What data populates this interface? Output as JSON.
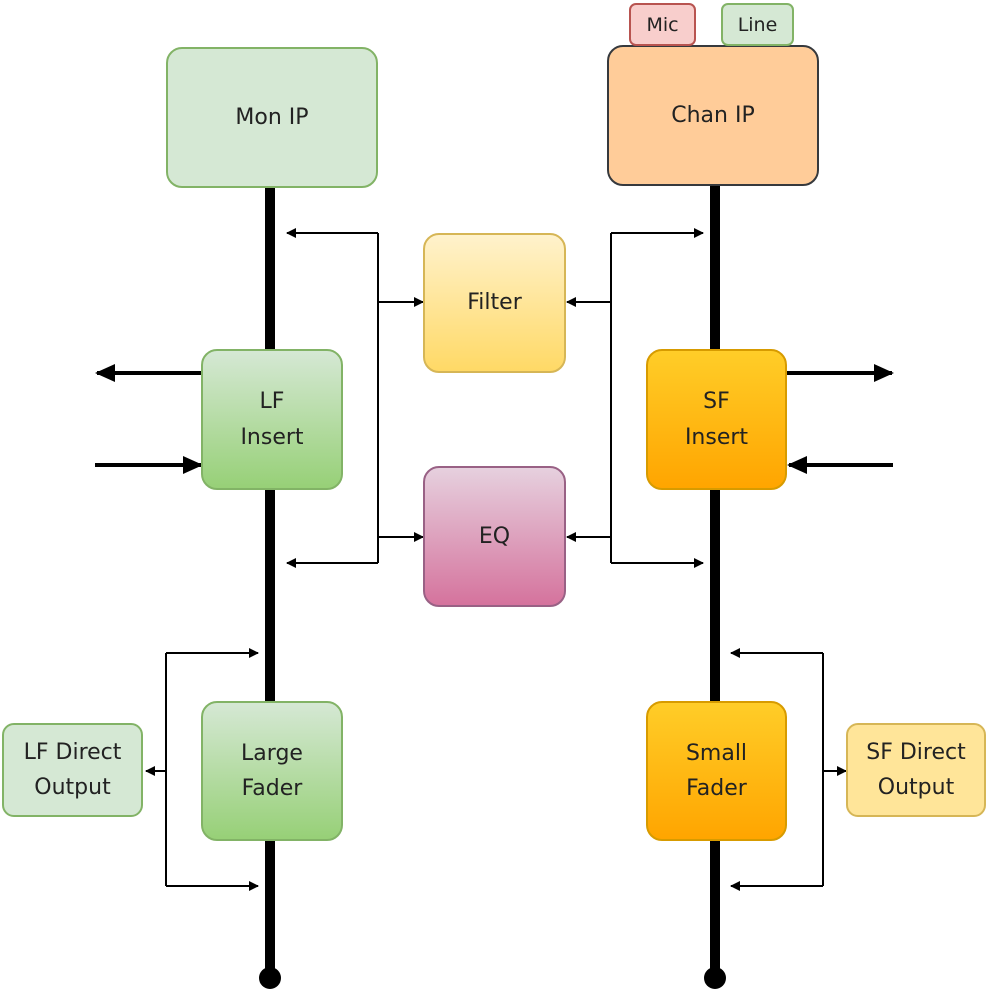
{
  "blocks": {
    "mon_ip": "Mon IP",
    "chan_ip": "Chan IP",
    "mic": "Mic",
    "line": "Line",
    "filter": "Filter",
    "eq": "EQ",
    "lf_insert": "LF\nInsert",
    "sf_insert": "SF\nInsert",
    "large_fader": "Large\nFader",
    "small_fader": "Small\nFader",
    "lf_direct_output": "LF Direct\nOutput",
    "sf_direct_output": "SF Direct\nOutput"
  },
  "colors": {
    "mon_ip": "#d5e8d4",
    "mon_ip_border": "#82b366",
    "chan_ip": "#ffcc99",
    "chan_ip_border": "#36393d",
    "mic": "#f8cecc",
    "mic_border": "#b85450",
    "line": "#d5e8d4",
    "line_border": "#82b366",
    "filter_top": "#fff2cc",
    "filter_bottom": "#ffd966",
    "filter_border": "#d6b656",
    "eq_top": "#e6d0de",
    "eq_bottom": "#d5739d",
    "eq_border": "#996185",
    "green_top": "#d5e8d4",
    "green_bottom": "#97d077",
    "green_border": "#82b366",
    "orange_top": "#ffcd28",
    "orange_bottom": "#ffa500",
    "orange_border": "#d79b00",
    "lf_direct": "#d5e8d4",
    "lf_direct_border": "#82b366",
    "sf_direct": "#ffe599",
    "sf_direct_border": "#d6b656",
    "bus": "#000000"
  }
}
